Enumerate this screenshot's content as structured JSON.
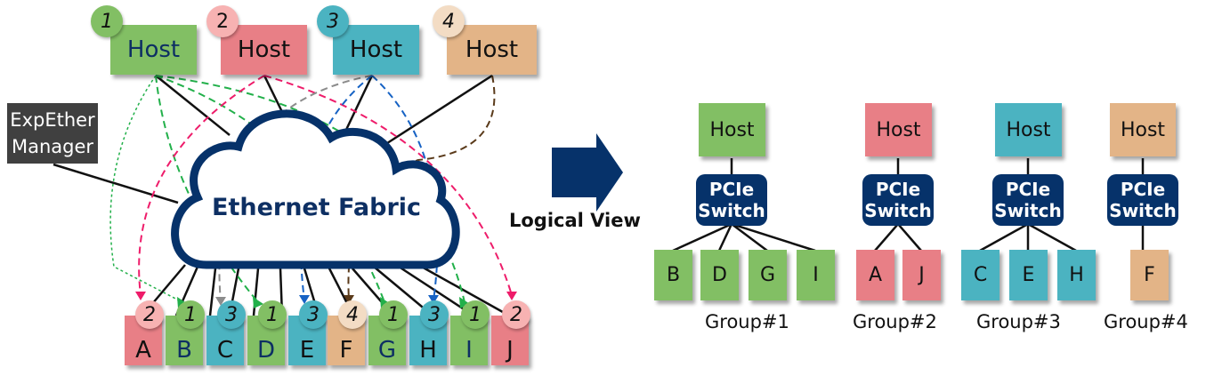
{
  "colors": {
    "group1": "#82bf64",
    "group2": "#e87f86",
    "group3": "#4bb3c1",
    "group4": "#e3b487",
    "navy": "#06326a",
    "manager_bg": "#404040"
  },
  "physical": {
    "hosts": [
      {
        "label": "Host",
        "badge": "1",
        "group": 1
      },
      {
        "label": "Host",
        "badge": "2",
        "group": 2
      },
      {
        "label": "Host",
        "badge": "3",
        "group": 3
      },
      {
        "label": "Host",
        "badge": "4",
        "group": 4
      }
    ],
    "manager": {
      "line1": "ExpEther",
      "line2": "Manager"
    },
    "fabric_label": "Ethernet Fabric",
    "devices": [
      {
        "label": "A",
        "badge": "2",
        "group": 2
      },
      {
        "label": "B",
        "badge": "1",
        "group": 1
      },
      {
        "label": "C",
        "badge": "3",
        "group": 3
      },
      {
        "label": "D",
        "badge": "1",
        "group": 1
      },
      {
        "label": "E",
        "badge": "3",
        "group": 3
      },
      {
        "label": "F",
        "badge": "4",
        "group": 4
      },
      {
        "label": "G",
        "badge": "1",
        "group": 1
      },
      {
        "label": "H",
        "badge": "3",
        "group": 3
      },
      {
        "label": "I",
        "badge": "1",
        "group": 1
      },
      {
        "label": "J",
        "badge": "2",
        "group": 2
      }
    ]
  },
  "arrow_label": "Logical View",
  "logical": {
    "groups": [
      {
        "host": "Host",
        "switch_line1": "PCIe",
        "switch_line2": "Switch",
        "devices": [
          "B",
          "D",
          "G",
          "I"
        ],
        "name": "Group#1"
      },
      {
        "host": "Host",
        "switch_line1": "PCIe",
        "switch_line2": "Switch",
        "devices": [
          "A",
          "J"
        ],
        "name": "Group#2"
      },
      {
        "host": "Host",
        "switch_line1": "PCIe",
        "switch_line2": "Switch",
        "devices": [
          "C",
          "E",
          "H"
        ],
        "name": "Group#3"
      },
      {
        "host": "Host",
        "switch_line1": "PCIe",
        "switch_line2": "Switch",
        "devices": [
          "F"
        ],
        "name": "Group#4"
      }
    ]
  }
}
